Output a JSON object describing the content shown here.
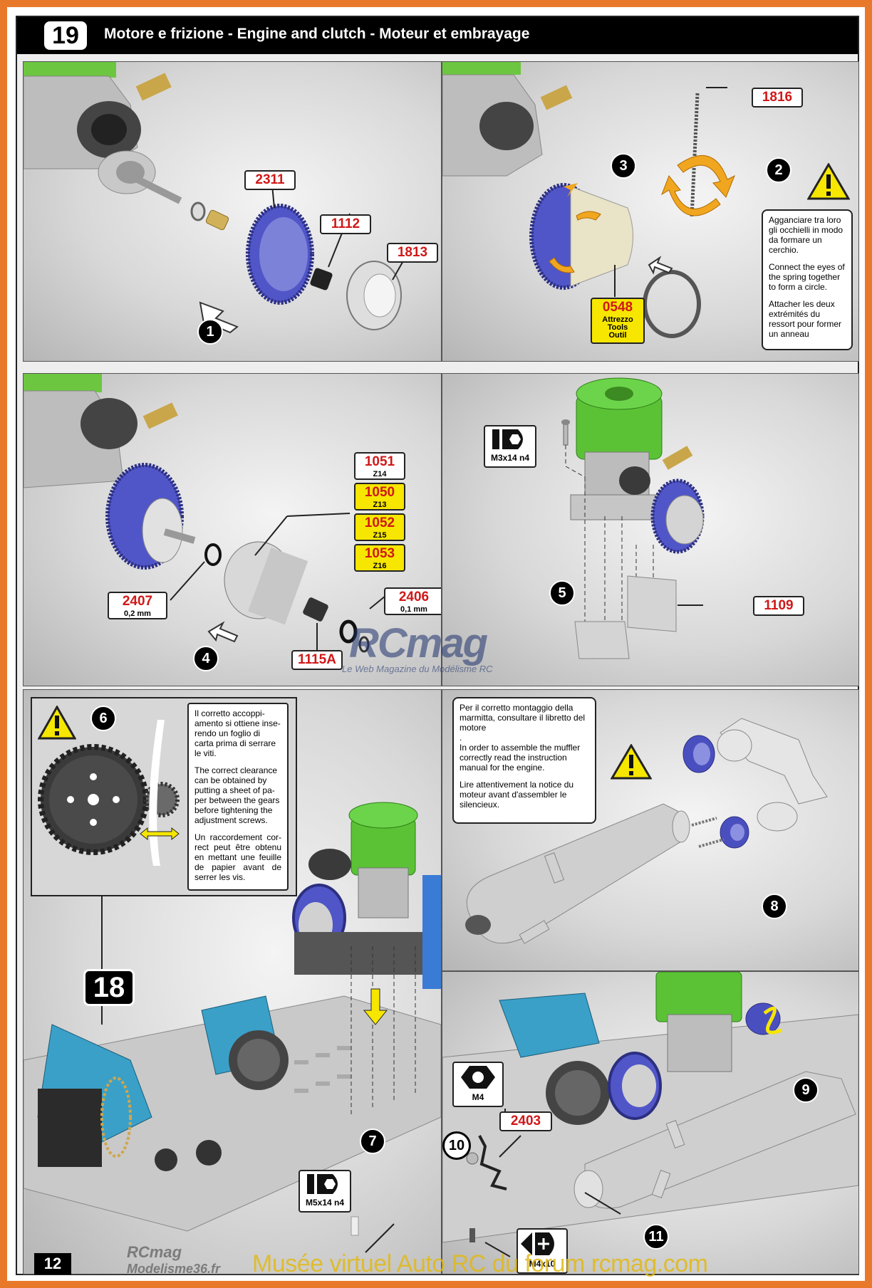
{
  "header": {
    "step": "19",
    "title": "Motore e frizione - Engine and clutch - Moteur et embrayage"
  },
  "panel1": {
    "parts": [
      {
        "code": "2311"
      },
      {
        "code": "1112"
      },
      {
        "code": "1813"
      }
    ],
    "step": "1"
  },
  "panel2": {
    "part_spring": "1816",
    "tool": {
      "code": "0548",
      "l1": "Attrezzo",
      "l2": "Tools",
      "l3": "Outil"
    },
    "step_a": "3",
    "step_b": "2",
    "note": {
      "it": "Agganciare tra loro gli occhielli in modo da formare un cerchio.",
      "en": "Connect the eyes of the spring together to form a circle.",
      "fr": "Attacher les deux extrémités du ressort pour former un anneau"
    }
  },
  "panel3": {
    "bells": [
      {
        "code": "1051",
        "sub": "Z14"
      },
      {
        "code": "1050",
        "sub": "Z13"
      },
      {
        "code": "1052",
        "sub": "Z15"
      },
      {
        "code": "1053",
        "sub": "Z16"
      }
    ],
    "shim_left": {
      "code": "2407",
      "sub": "0,2 mm"
    },
    "shim_right": {
      "code": "2406",
      "sub": "0,1 mm"
    },
    "bearing": "1115A",
    "step": "4"
  },
  "panel4": {
    "screw": "M3x14 n4",
    "mount": "1109",
    "step": "5"
  },
  "panel5": {
    "step_a": "6",
    "step_b": "7",
    "ref": "18",
    "screw": "M5x14 n4",
    "note": {
      "it": "Il corretto accoppi-amento si ottiene inse-rendo un foglio di carta prima di serrare le viti.",
      "en": "The correct clearance can be obtained by putting a sheet of pa-per between the gears before tightening the adjustment screws.",
      "fr": "Un raccordement cor-rect peut être obtenu en mettant une feuille de papier avant de serrer les vis."
    }
  },
  "panel6": {
    "step": "8",
    "note": {
      "it": "Per il corretto montaggio della marmitta, consultare il libretto del motore",
      "dot": ".",
      "en": "In order to assemble the muffler correctly read the instruction manual for the engine.",
      "fr": "Lire attentivement la notice du moteur avant d'assembler le silencieux."
    }
  },
  "panel7": {
    "nut": "M4",
    "spring": "2403",
    "step_a": "9",
    "step_b": "10",
    "step_c": "11",
    "screw": "M4x10"
  },
  "footer": {
    "page": "12",
    "wm_brand": "RCmag",
    "wm_brand_sub": "Le Web Magazine du Modélisme RC",
    "wm_site1": "RCmag",
    "wm_site2": "Modelisme36.fr",
    "wm_museum": "Musée virtuel Auto RC du forum rcmag.com"
  },
  "colors": {
    "frame": "#e8792a",
    "part_red": "#d01818",
    "tool_yellow": "#f6e600",
    "head_green": "#5bc236",
    "gear_blue": "#4a4fc0",
    "chassis_blue": "#3aa0c8"
  }
}
